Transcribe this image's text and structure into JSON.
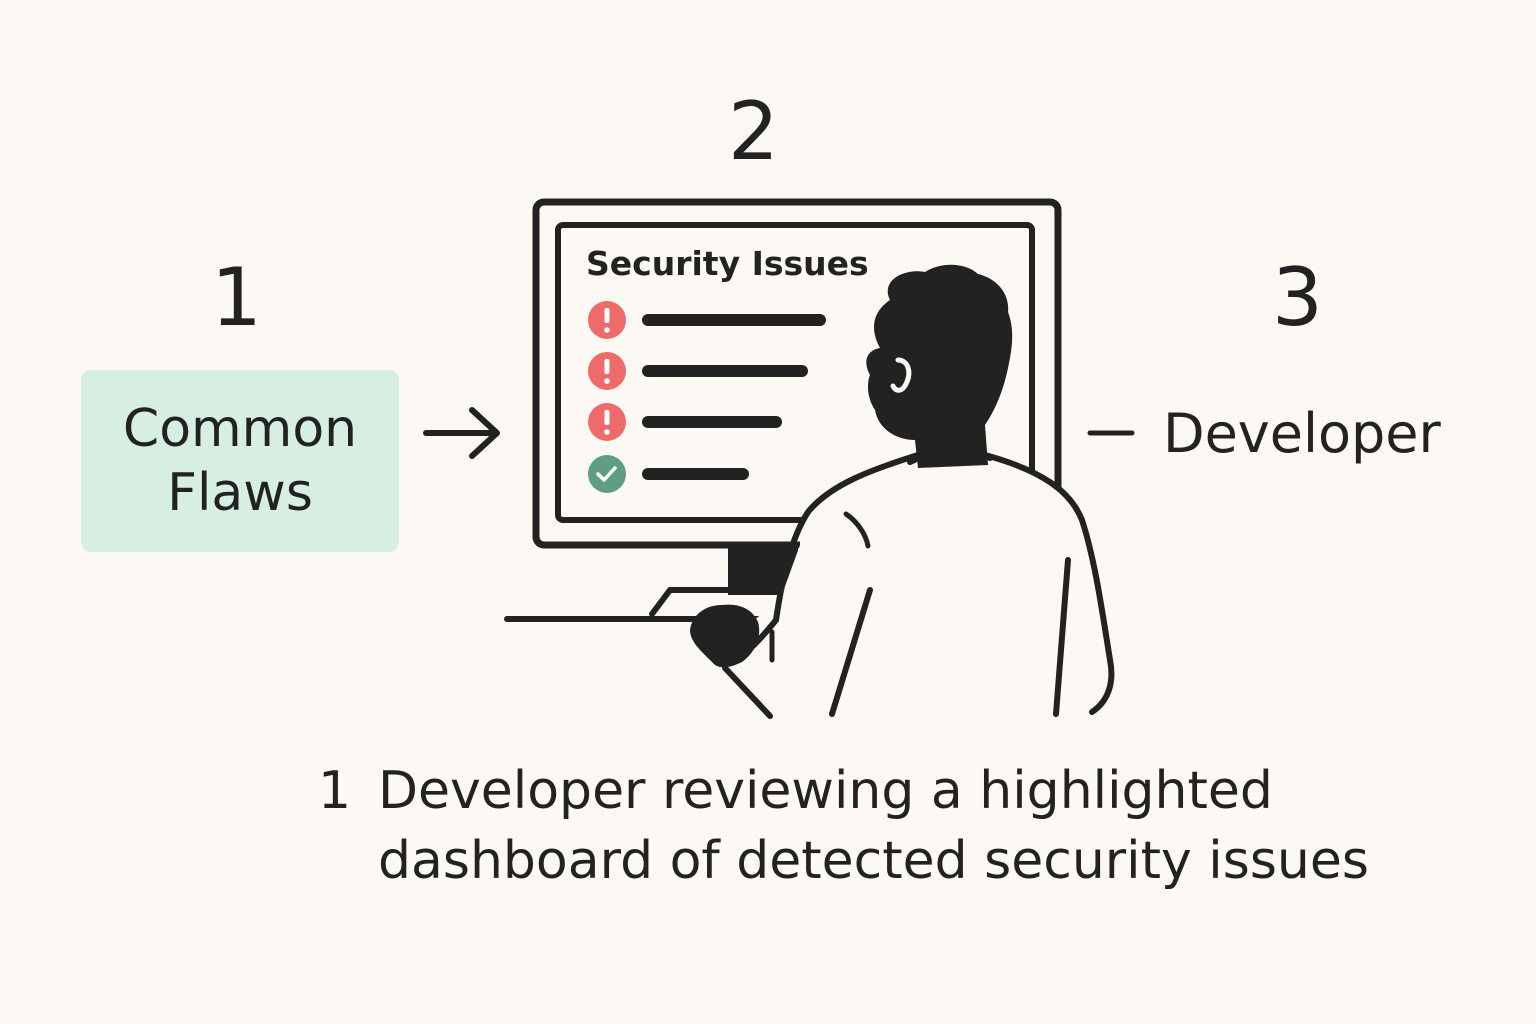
{
  "steps": {
    "one": "1",
    "two": "2",
    "three": "3"
  },
  "flaws_box": {
    "line1": "Common",
    "line2": "Flaws",
    "color": "#d6efe2"
  },
  "developer_label": "Developer",
  "dashboard": {
    "title": "Security Issues",
    "items": [
      {
        "status": "error",
        "icon": "exclamation-icon",
        "color": "#ee6b6b"
      },
      {
        "status": "error",
        "icon": "exclamation-icon",
        "color": "#ee6b6b"
      },
      {
        "status": "error",
        "icon": "exclamation-icon",
        "color": "#ee6b6b"
      },
      {
        "status": "ok",
        "icon": "check-icon",
        "color": "#5f9e84"
      }
    ]
  },
  "caption": {
    "number": "1",
    "line1": "Developer reviewing a highlighted",
    "line2": "dashboard of detected security issues"
  },
  "colors": {
    "background": "#fcf9f4",
    "ink": "#222222",
    "error": "#ee6b6b",
    "success": "#5f9e84"
  }
}
